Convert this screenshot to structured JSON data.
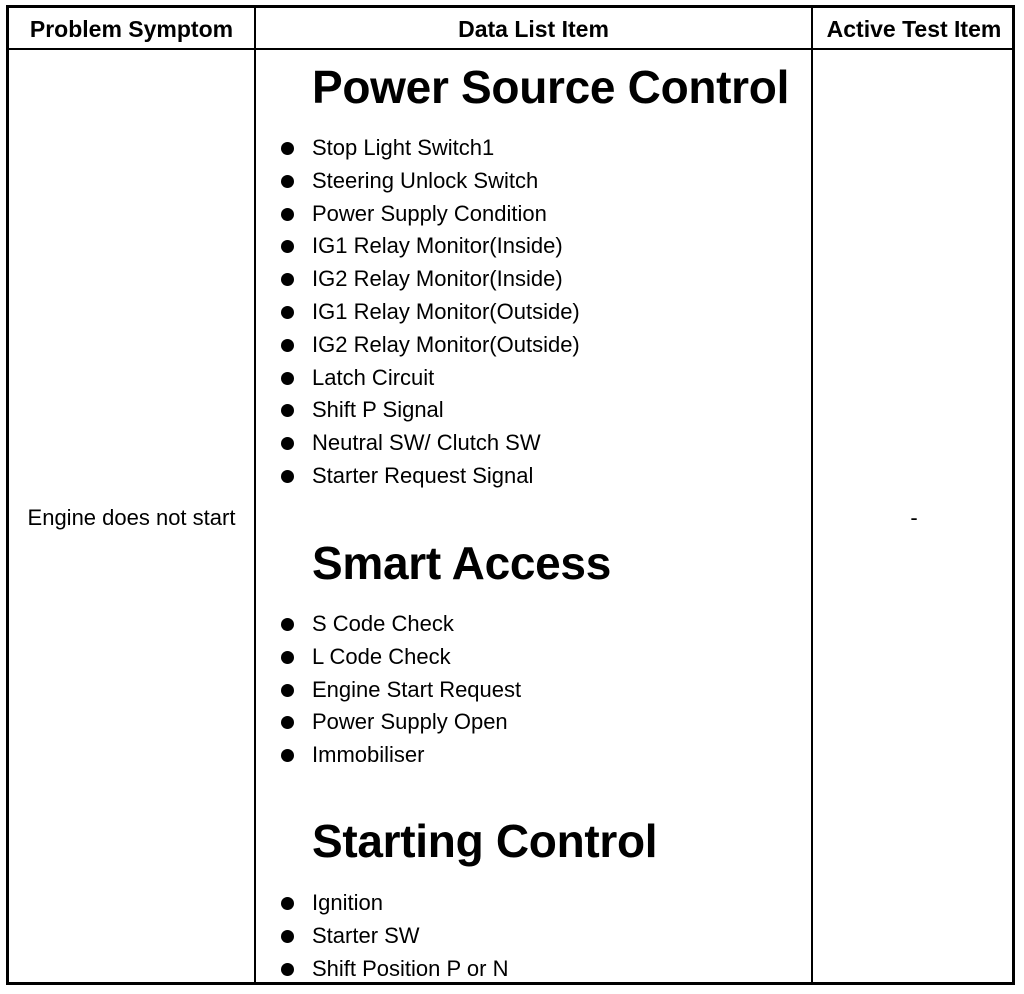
{
  "table": {
    "headers": {
      "problem_symptom": "Problem Symptom",
      "data_list_item": "Data List Item",
      "active_test_item": "Active Test Item"
    },
    "row": {
      "symptom": "Engine does not start",
      "active_test": "-",
      "sections": [
        {
          "title": "Power Source Control",
          "items": [
            "Stop Light Switch1",
            "Steering Unlock Switch",
            "Power Supply Condition",
            "IG1 Relay Monitor(Inside)",
            "IG2 Relay Monitor(Inside)",
            "IG1 Relay Monitor(Outside)",
            "IG2 Relay Monitor(Outside)",
            "Latch Circuit",
            "Shift P Signal",
            "Neutral SW/ Clutch SW",
            "Starter Request Signal"
          ]
        },
        {
          "title": "Smart Access",
          "items": [
            "S Code Check",
            "L Code Check",
            "Engine Start Request",
            "Power Supply Open",
            "Immobiliser"
          ]
        },
        {
          "title": "Starting Control",
          "items": [
            "Ignition",
            "Starter SW",
            "Shift Position P or N"
          ]
        }
      ]
    }
  }
}
